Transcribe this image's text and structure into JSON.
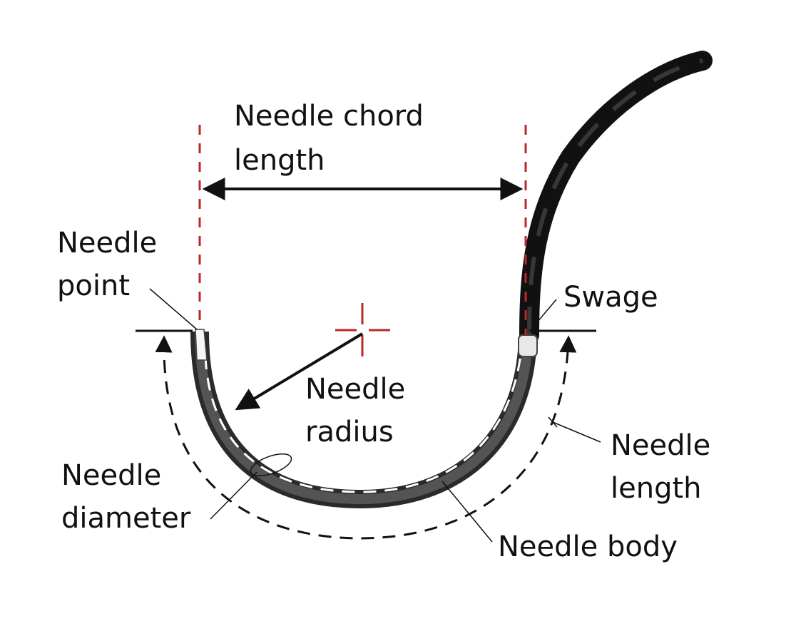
{
  "labels": {
    "chord_line1": "Needle chord",
    "chord_line2": "length",
    "point_line1": "Needle",
    "point_line2": "point",
    "swage": "Swage",
    "radius_line1": "Needle",
    "radius_line2": "radius",
    "length_line1": "Needle",
    "length_line2": "length",
    "diameter_line1": "Needle",
    "diameter_line2": "diameter",
    "body": "Needle body"
  },
  "colors": {
    "construction_red": "#c0232b",
    "ink": "#111111",
    "needle_dark": "#2a2a2a",
    "needle_highlight": "#e8e8e8"
  }
}
